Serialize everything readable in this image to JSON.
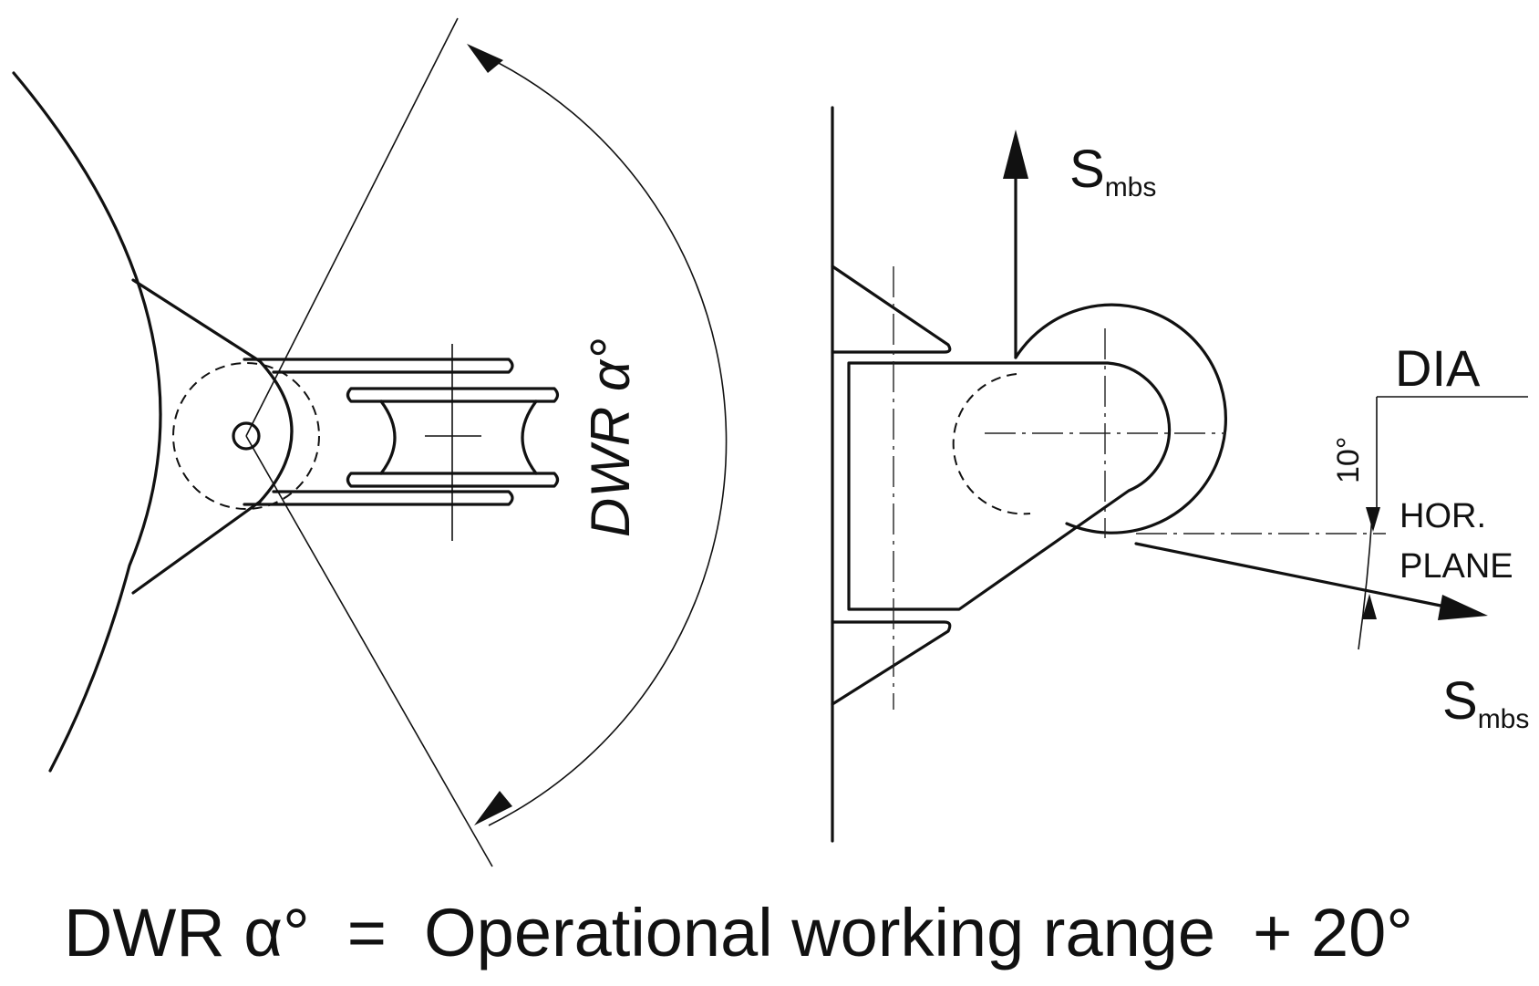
{
  "left_view": {
    "angle_label": "DWR α°"
  },
  "right_view": {
    "force_up": {
      "main": "S",
      "sub": "mbs"
    },
    "force_out": {
      "main": "S",
      "sub": "mbs"
    },
    "dia_label": "DIA",
    "angle_label": "10°",
    "plane_line1": "HOR.",
    "plane_line2": "PLANE"
  },
  "caption": "DWR α°  =  Operational working range  + 20°"
}
